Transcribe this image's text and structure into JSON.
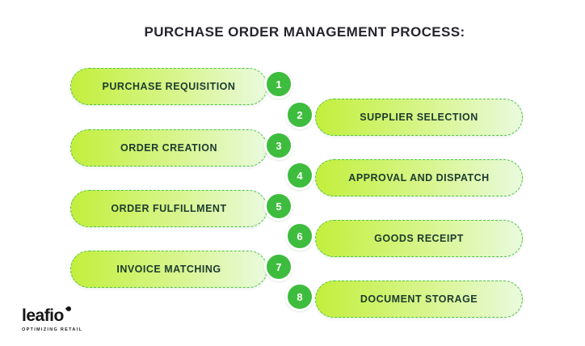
{
  "title": "PURCHASE ORDER MANAGEMENT PROCESS:",
  "process": {
    "steps": [
      {
        "number": "1",
        "label": "PURCHASE REQUISITION",
        "side": "left"
      },
      {
        "number": "2",
        "label": "SUPPLIER SELECTION",
        "side": "right"
      },
      {
        "number": "3",
        "label": "ORDER CREATION",
        "side": "left"
      },
      {
        "number": "4",
        "label": "APPROVAL AND DISPATCH",
        "side": "right"
      },
      {
        "number": "5",
        "label": "ORDER FULFILLMENT",
        "side": "left"
      },
      {
        "number": "6",
        "label": "GOODS RECEIPT",
        "side": "right"
      },
      {
        "number": "7",
        "label": "INVOICE MATCHING",
        "side": "left"
      },
      {
        "number": "8",
        "label": "DOCUMENT STORAGE",
        "side": "right"
      }
    ]
  },
  "logo": {
    "wordmark": "leafio",
    "tagline": "OPTIMIZING RETAIL"
  },
  "colors": {
    "circle_green": "#3ebc3e",
    "pill_gradient_start": "#c3ef3c",
    "pill_gradient_end": "#e9fadd",
    "dashed_border_green": "#4ec44e",
    "step_text": "#1c3b2e",
    "title_text": "#25252e",
    "background": "#ffffff"
  }
}
